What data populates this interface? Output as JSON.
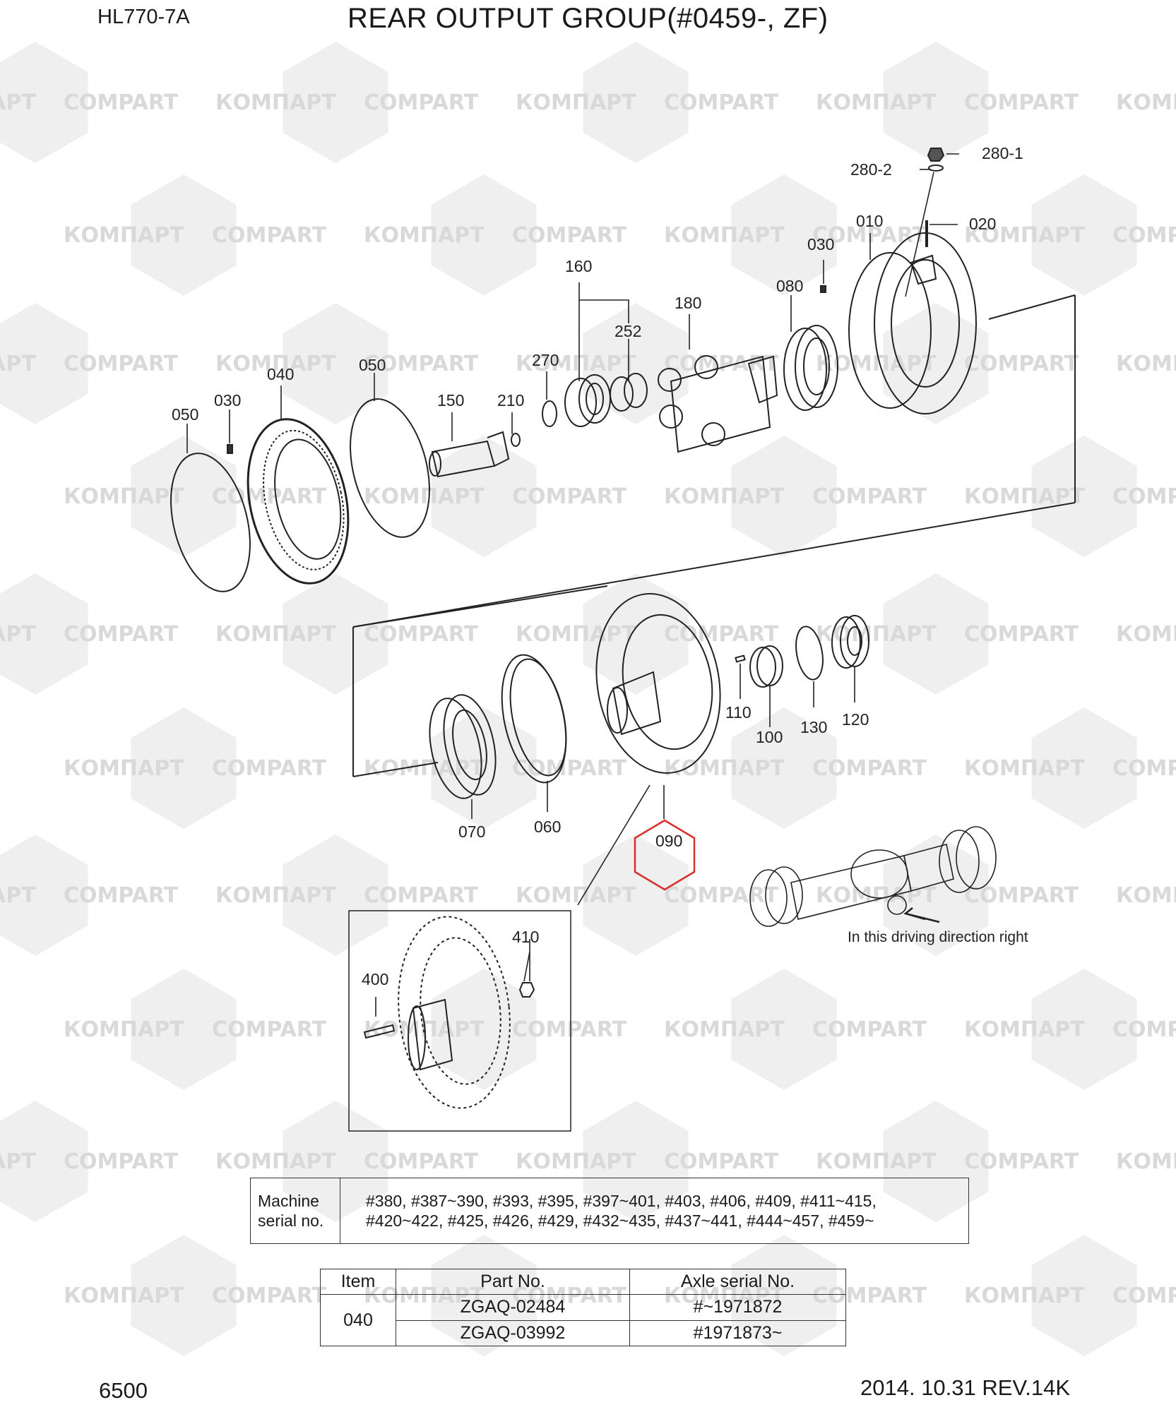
{
  "header": {
    "model": "HL770-7A",
    "title": "REAR OUTPUT GROUP(#0459-, ZF)"
  },
  "footer": {
    "page": "6500",
    "revision": "2014. 10.31 REV.14K"
  },
  "watermark": {
    "text_latin": "COMPART",
    "text_cyrillic": "КОМПАРТ",
    "color": "#d9d9d9"
  },
  "callouts": {
    "c280_1": "280-1",
    "c280_2": "280-2",
    "c010": "010",
    "c020": "020",
    "c030a": "030",
    "c080": "080",
    "c180": "180",
    "c160": "160",
    "c252": "252",
    "c270": "270",
    "c210": "210",
    "c150": "150",
    "c050a": "050",
    "c040": "040",
    "c030b": "030",
    "c050b": "050",
    "c110": "110",
    "c100": "100",
    "c130": "130",
    "c120": "120",
    "c070": "070",
    "c060": "060",
    "c090": "090",
    "c410": "410",
    "c400": "400"
  },
  "highlight_color": "#d9302c",
  "axle_caption": "In this driving direction right",
  "serial_table": {
    "label_line1": "Machine",
    "label_line2": "serial no.",
    "line1": "#380, #387~390, #393, #395, #397~401, #403, #406, #409, #411~415,",
    "line2": "#420~422, #425, #426, #429, #432~435, #437~441, #444~457, #459~"
  },
  "parts_table": {
    "headers": [
      "Item",
      "Part No.",
      "Axle serial No."
    ],
    "item": "040",
    "rows": [
      {
        "part_no": "ZGAQ-02484",
        "axle_serial": "#~1971872"
      },
      {
        "part_no": "ZGAQ-03992",
        "axle_serial": "#1971873~"
      }
    ]
  }
}
